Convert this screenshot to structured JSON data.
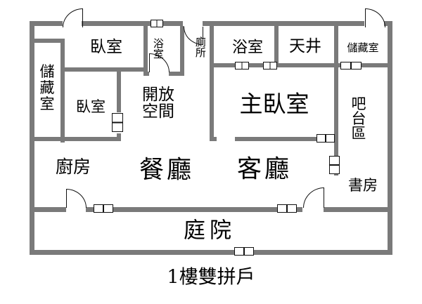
{
  "title": "1樓雙拼戶",
  "rooms": {
    "storage_left": {
      "label": "儲藏室"
    },
    "bedroom_top": {
      "label": "臥室"
    },
    "bath_small": {
      "label": "浴室"
    },
    "toilet": {
      "label": "廁所"
    },
    "bath_main": {
      "label": "浴室"
    },
    "skywell": {
      "label": "天井"
    },
    "storage_right": {
      "label": "儲藏室"
    },
    "bedroom_mid": {
      "label": "臥室"
    },
    "open_space": {
      "label": "開放空間"
    },
    "master_bedroom": {
      "label": "主臥室"
    },
    "bar_area": {
      "label": "吧台區"
    },
    "kitchen": {
      "label": "廚房"
    },
    "dining": {
      "label": "餐廳"
    },
    "living": {
      "label": "客廳"
    },
    "study": {
      "label": "書房"
    },
    "courtyard": {
      "label": "庭院"
    }
  },
  "colors": {
    "wall": "#7a7a7a",
    "line": "#111111",
    "background": "#ffffff",
    "text": "#000000"
  }
}
